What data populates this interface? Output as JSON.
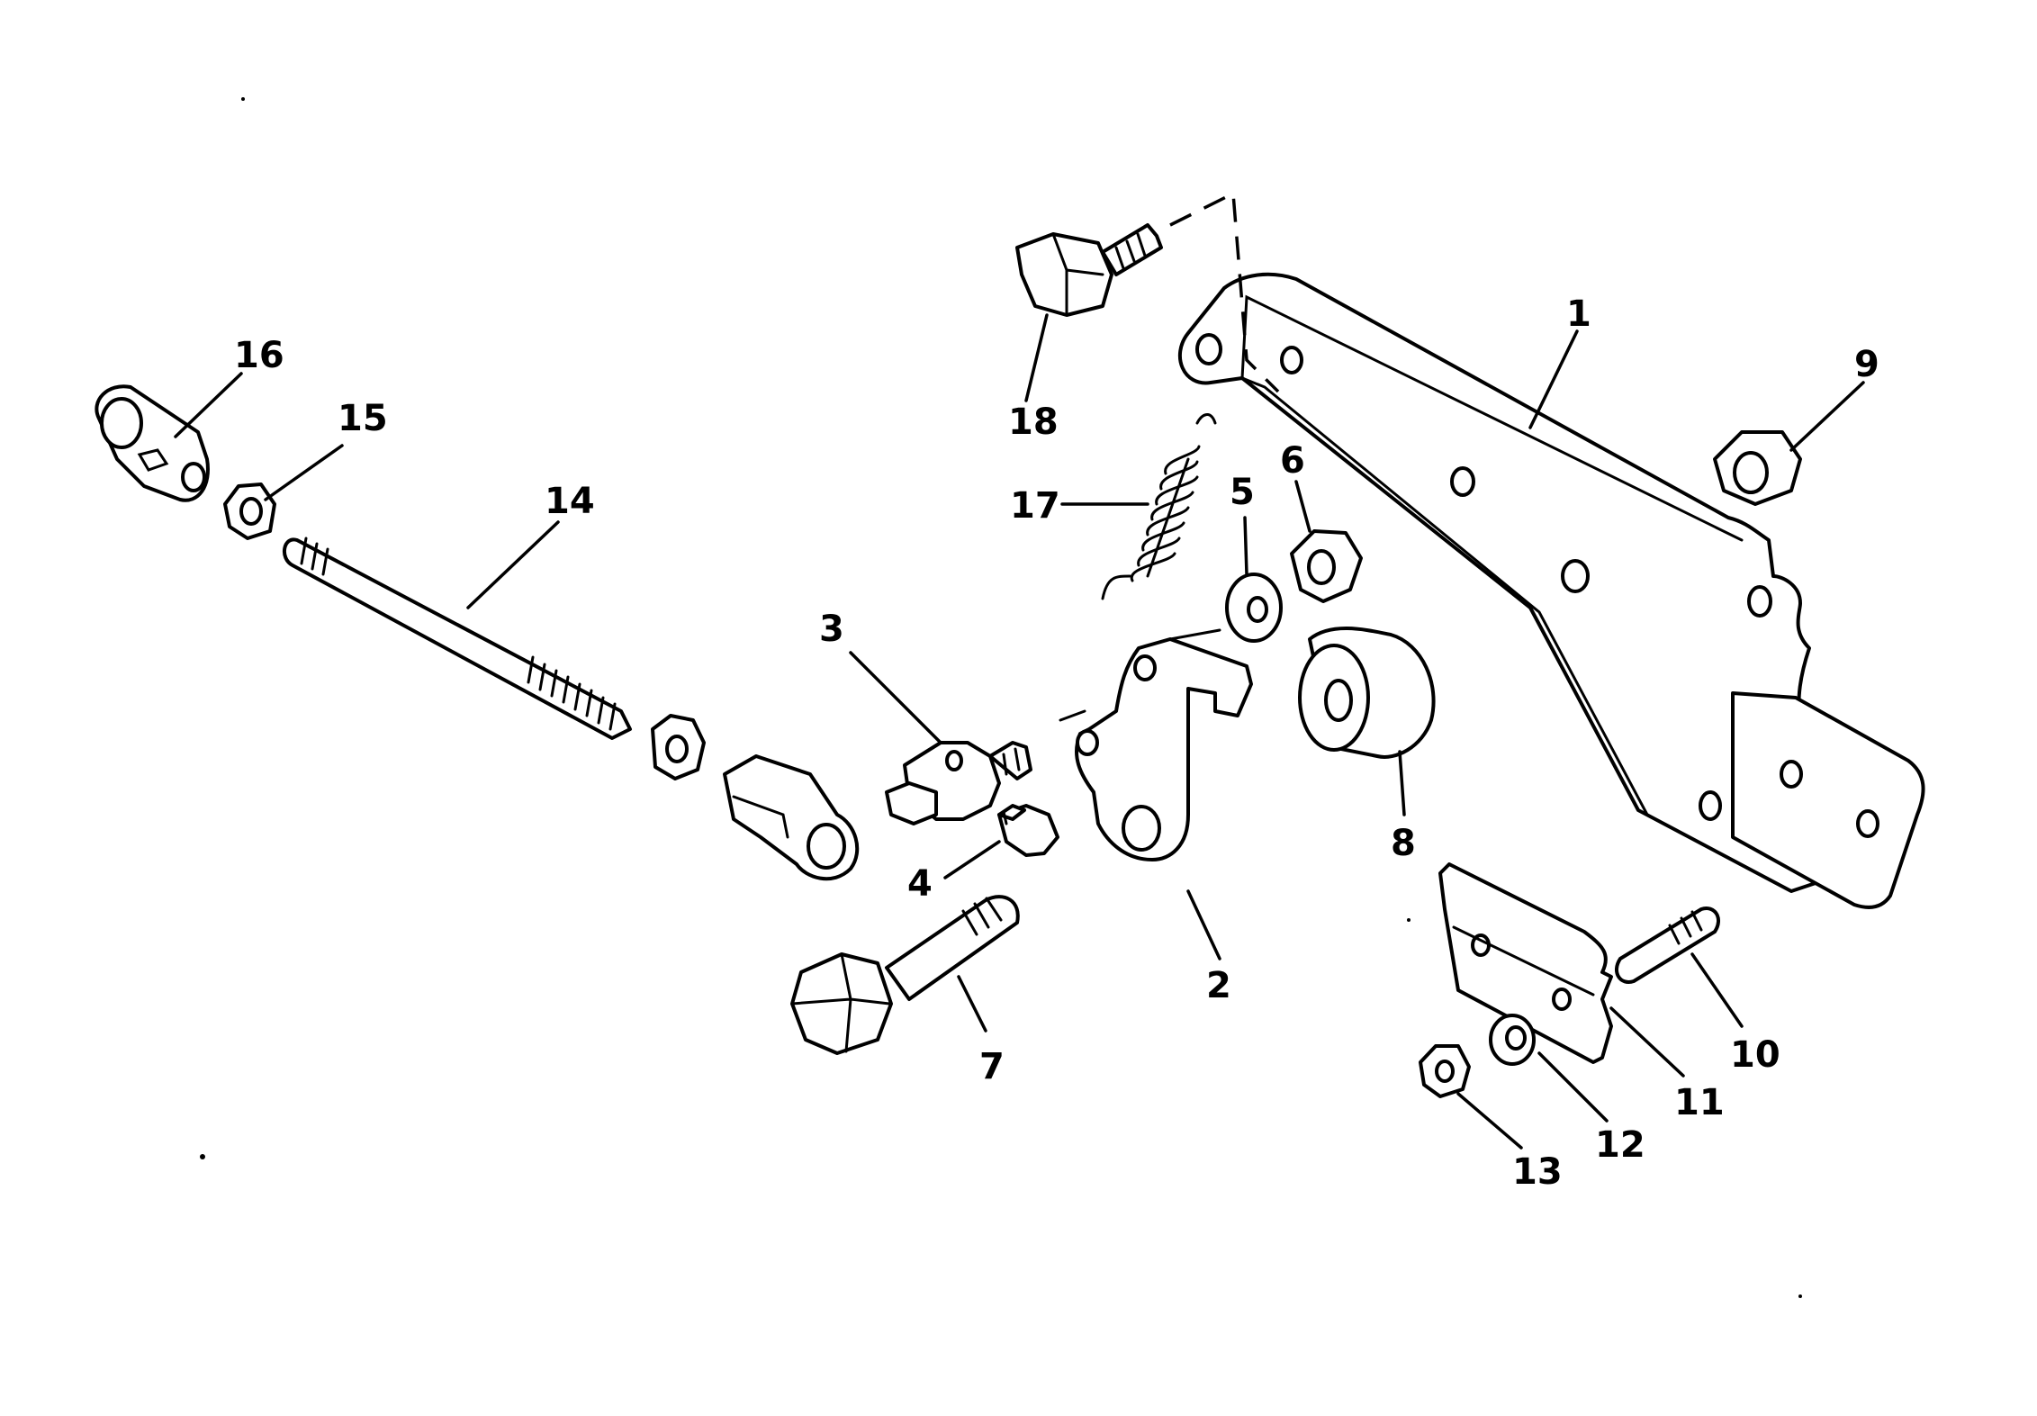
{
  "callouts": {
    "c1": "1",
    "c2": "2",
    "c3": "3",
    "c4": "4",
    "c5": "5",
    "c6": "6",
    "c7": "7",
    "c8": "8",
    "c9": "9",
    "c10": "10",
    "c11": "11",
    "c12": "12",
    "c13": "13",
    "c14": "14",
    "c15": "15",
    "c16": "16",
    "c17": "17",
    "c18": "18"
  },
  "colors": {
    "line": "#000000",
    "background": "#ffffff"
  }
}
